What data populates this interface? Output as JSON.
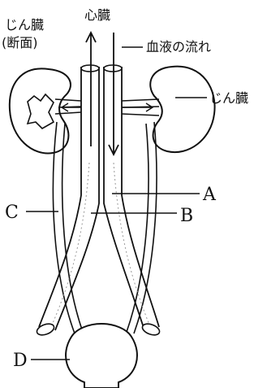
{
  "labels": {
    "kidney_section": "じん臓",
    "kidney_section_note": "(断面)",
    "heart": "心臓",
    "blood_flow": "血液の流れ",
    "kidney": "じん臓",
    "a": "A",
    "b": "B",
    "c": "C",
    "d": "D"
  }
}
